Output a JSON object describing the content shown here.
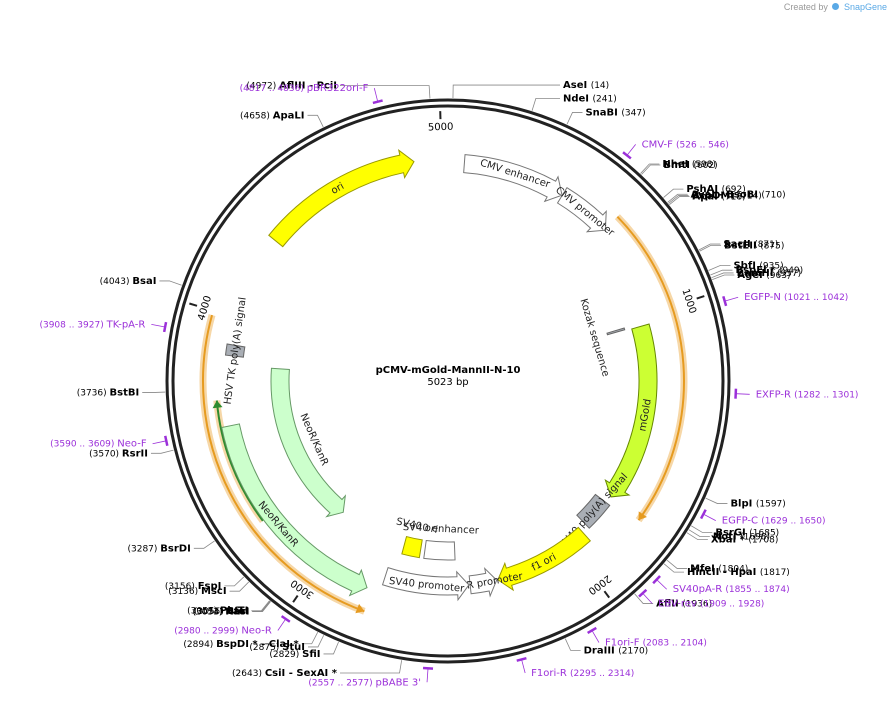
{
  "watermark": {
    "text": "Created by",
    "brand": "SnapGene"
  },
  "plasmid": {
    "name": "pCMV-mGold-MannII-N-10",
    "length": "5023 bp"
  },
  "ticks": [
    {
      "label": "1000",
      "bp": 1000
    },
    {
      "label": "2000",
      "bp": 2000
    },
    {
      "label": "3000",
      "bp": 3000
    },
    {
      "label": "4000",
      "bp": 4000
    },
    {
      "label": "5000",
      "bp": 5000
    }
  ],
  "features": [
    {
      "name": "CMV enhancer",
      "start": 60,
      "end": 440,
      "color": "#ffffff",
      "stroke": "#777777",
      "dir": 1,
      "r": 218
    },
    {
      "name": "CMV promoter",
      "start": 441,
      "end": 645,
      "color": "#ffffff",
      "stroke": "#777777",
      "dir": 1,
      "r": 218
    },
    {
      "name": "ori",
      "start": 4313,
      "end": 4900,
      "color": "#ffff00",
      "stroke": "#999900",
      "dir": 1,
      "r": 222
    },
    {
      "name": "mGold",
      "start": 1035,
      "end": 1750,
      "color": "#ccff33",
      "stroke": "#668800",
      "dir": 1,
      "r": 200
    },
    {
      "name": "SV40 poly(A) signal",
      "start": 1780,
      "end": 1900,
      "color": "#a9aeb5",
      "stroke": "#666666",
      "dir": 0,
      "r": 195
    },
    {
      "name": "f1 ori",
      "start": 1930,
      "end": 2315,
      "color": "#ffff00",
      "stroke": "#999900",
      "dir": 1,
      "r": 205
    },
    {
      "name": "AmpR promoter",
      "start": 2320,
      "end": 2425,
      "color": "#ffffff",
      "stroke": "#777777",
      "dir": -1,
      "r": 205
    },
    {
      "name": "SV40 promoter",
      "start": 2430,
      "end": 2760,
      "color": "#ffffff",
      "stroke": "#777777",
      "dir": -1,
      "r": 205
    },
    {
      "name": "SV40 ori",
      "start": 2640,
      "end": 2720,
      "color": "#ffff00",
      "stroke": "#999900",
      "dir": 0,
      "r": 170
    },
    {
      "name": "SV40 enhancer",
      "start": 2480,
      "end": 2620,
      "color": "#ffffff",
      "stroke": "#777777",
      "dir": 0,
      "r": 170
    },
    {
      "name": "NeoR/KanR",
      "start": 2810,
      "end": 3605,
      "color": "#ccffcc",
      "stroke": "#669966",
      "dir": -1,
      "r": 222
    },
    {
      "name": "NeoR/KanR",
      "start": 3050,
      "end": 3825,
      "color": "#ccffcc",
      "stroke": "#669966",
      "dir": -1,
      "r": 168
    },
    {
      "name": "HSV TK poly(A) signal",
      "start": 3860,
      "end": 3900,
      "color": "#a9aeb5",
      "stroke": "#666666",
      "dir": 0,
      "r": 215
    },
    {
      "name": "Kozak sequence",
      "start": 1022,
      "end": 1030,
      "color": "#a9aeb5",
      "stroke": "#666666",
      "dir": 0,
      "r": 175
    }
  ],
  "orf_arcs": [
    {
      "start": 640,
      "end": 1760,
      "dir": 1,
      "r": 236,
      "color": "#e69b20"
    },
    {
      "start": 2790,
      "end": 3985,
      "dir": -1,
      "r": 245,
      "color": "#e69b20"
    },
    {
      "start": 3250,
      "end": 3700,
      "dir": 1,
      "r": 232,
      "color": "#2e8b2e"
    }
  ],
  "sites_right": [
    {
      "name": "AseI",
      "pos": "(14)",
      "bp": 14
    },
    {
      "name": "NdeI",
      "pos": "(241)",
      "bp": 241
    },
    {
      "name": "SnaBI",
      "pos": "(347)",
      "bp": 347
    },
    {
      "name": "NheI",
      "pos": "(598)",
      "bp": 598
    },
    {
      "name": "BmtI",
      "pos": "(602)",
      "bp": 602
    },
    {
      "name": "PshAI",
      "pos": "(692)",
      "bp": 692
    },
    {
      "name": "AvaI  - BsoBI",
      "pos": "(710)",
      "bp": 710
    },
    {
      "name": "PspOMI",
      "pos": "(714)",
      "bp": 714
    },
    {
      "name": "ApaI",
      "pos": "(718)",
      "bp": 718
    },
    {
      "name": "SacII",
      "pos": "(871)",
      "bp": 871
    },
    {
      "name": "BstEII",
      "pos": "(875)",
      "bp": 875
    },
    {
      "name": "SbfI",
      "pos": "(935)",
      "bp": 935
    },
    {
      "name": "BspEI *",
      "pos": "(949)",
      "bp": 949
    },
    {
      "name": "BamHI",
      "pos": "(957)",
      "bp": 957
    },
    {
      "name": "AgeI",
      "pos": "(963)",
      "bp": 963
    },
    {
      "name": "BlpI",
      "pos": "(1597)",
      "bp": 1597
    },
    {
      "name": "BsrGI",
      "pos": "(1685)",
      "bp": 1685
    },
    {
      "name": "NotI",
      "pos": "(1698)",
      "bp": 1698
    },
    {
      "name": "XbaI *",
      "pos": "(1708)",
      "bp": 1708
    },
    {
      "name": "MfeI",
      "pos": "(1804)",
      "bp": 1804
    },
    {
      "name": "HincII  - HpaI",
      "pos": "(1817)",
      "bp": 1817
    },
    {
      "name": "AflII",
      "pos": "(1936)",
      "bp": 1936
    },
    {
      "name": "DraIII",
      "pos": "(2170)",
      "bp": 2170
    }
  ],
  "sites_left": [
    {
      "name": "AflIII  - PciI",
      "pos": "(4972)",
      "bp": 4972
    },
    {
      "name": "ApaLI",
      "pos": "(4658)",
      "bp": 4658
    },
    {
      "name": "BsaI",
      "pos": "(4043)",
      "bp": 4043
    },
    {
      "name": "BstBI",
      "pos": "(3736)",
      "bp": 3736
    },
    {
      "name": "RsrII",
      "pos": "(3570)",
      "bp": 3570
    },
    {
      "name": "BsrDI",
      "pos": "(3287)",
      "bp": 3287
    },
    {
      "name": "FspI",
      "pos": "(3156)",
      "bp": 3156
    },
    {
      "name": "MscI",
      "pos": "(3136)",
      "bp": 3136
    },
    {
      "name": "PluTI",
      "pos": "(3057)",
      "bp": 3057
    },
    {
      "name": "SfoI",
      "pos": "(3055)",
      "bp": 3055
    },
    {
      "name": "NarI",
      "pos": "(3054)",
      "bp": 3054
    },
    {
      "name": "KasI",
      "pos": "(3053)",
      "bp": 3053
    },
    {
      "name": "BspDI *  - ClaI *",
      "pos": "(2894)",
      "bp": 2894
    },
    {
      "name": "StuI",
      "pos": "(2875)",
      "bp": 2875
    },
    {
      "name": "SfiI",
      "pos": "(2829)",
      "bp": 2829
    },
    {
      "name": "CsiI  - SexAI *",
      "pos": "(2643)",
      "bp": 2643
    }
  ],
  "primers": [
    {
      "name": "pBR322ori-F",
      "range": "(4817 .. 4836)",
      "bp": 4826
    },
    {
      "name": "CMV-F",
      "range": "(526 .. 546)",
      "bp": 536
    },
    {
      "name": "EGFP-N",
      "range": "(1021 .. 1042)",
      "bp": 1031
    },
    {
      "name": "EXFP-R",
      "range": "(1282 .. 1301)",
      "bp": 1291
    },
    {
      "name": "EGFP-C",
      "range": "(1629 .. 1650)",
      "bp": 1640
    },
    {
      "name": "SV40pA-R",
      "range": "(1855 .. 1874)",
      "bp": 1864
    },
    {
      "name": "EBV-rev",
      "range": "(1909 .. 1928)",
      "bp": 1918
    },
    {
      "name": "F1ori-F",
      "range": "(2083 .. 2104)",
      "bp": 2093
    },
    {
      "name": "F1ori-R",
      "range": "(2295 .. 2314)",
      "bp": 2305
    },
    {
      "name": "pBABE 3'",
      "range": "(2557 .. 2577)",
      "bp": 2567
    },
    {
      "name": "Neo-R",
      "range": "(2980 .. 2999)",
      "bp": 2990
    },
    {
      "name": "Neo-F",
      "range": "(3590 .. 3609)",
      "bp": 3600
    },
    {
      "name": "TK-pA-R",
      "range": "(3908 .. 3927)",
      "bp": 3918
    }
  ]
}
